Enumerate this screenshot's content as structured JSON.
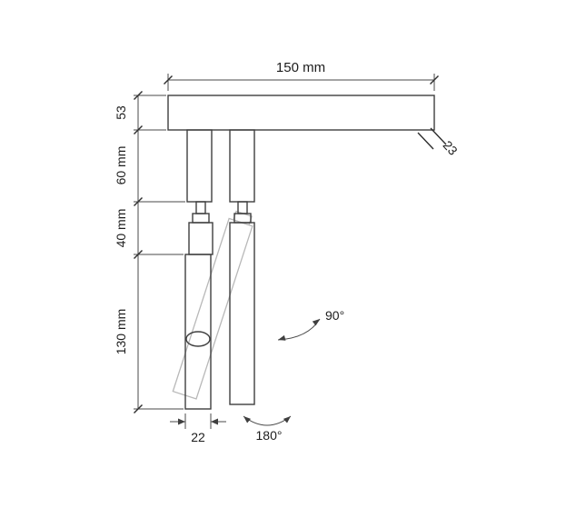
{
  "diagram": {
    "labels": {
      "track_length": "150 mm",
      "track_height": "53",
      "track_depth": "23",
      "stem_length": "60 mm",
      "joint_length": "40 mm",
      "body_length": "130 mm",
      "body_diameter": "22",
      "tilt_angle": "90°",
      "rotation_angle": "180°"
    }
  }
}
